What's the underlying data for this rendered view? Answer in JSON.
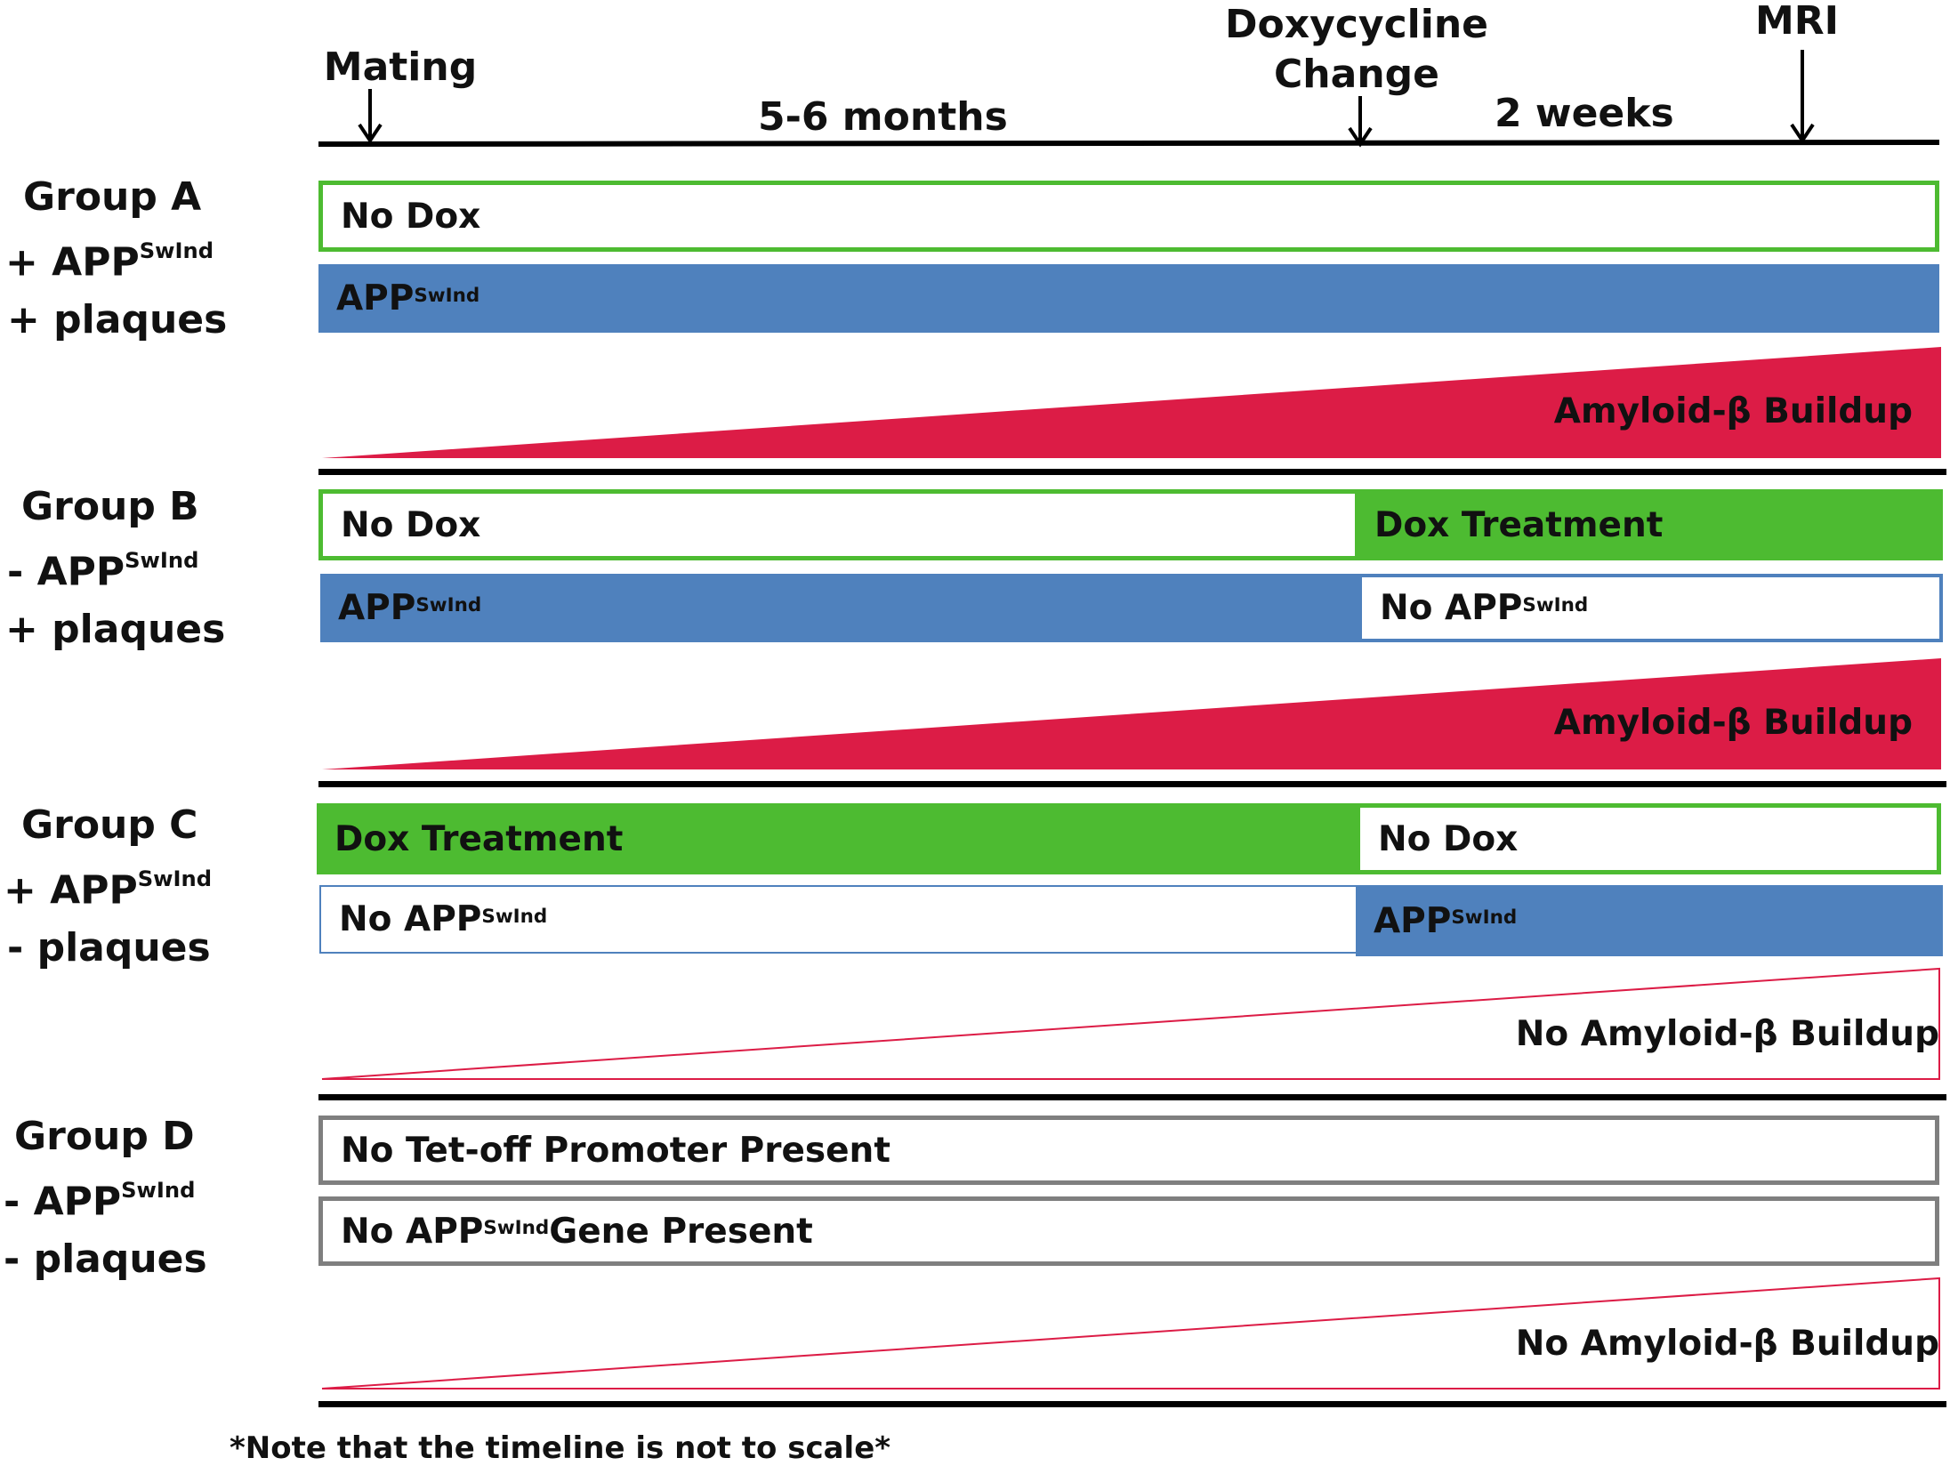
{
  "timeline": {
    "mating": "Mating",
    "doxy_line1": "Doxycycline",
    "doxy_line2": "Change",
    "mri": "MRI",
    "period1": "5-6 months",
    "period2": "2 weeks"
  },
  "sup": "SwInd",
  "groups": [
    {
      "name": "Group A",
      "line2_sign": "+ APP",
      "line3": "+ plaques",
      "bar1": [
        "No Dox"
      ],
      "bar2": [
        "APP"
      ],
      "buildup": "Amyloid-β Buildup"
    },
    {
      "name": "Group B",
      "line2_sign": "- APP",
      "line3": "+ plaques",
      "bar1": [
        "No Dox",
        "Dox Treatment"
      ],
      "bar2": [
        "APP",
        "No APP"
      ],
      "buildup": "Amyloid-β Buildup"
    },
    {
      "name": "Group C",
      "line2_sign": "+ APP",
      "line3": "- plaques",
      "bar1": [
        "Dox Treatment",
        "No Dox"
      ],
      "bar2": [
        "No APP",
        "APP"
      ],
      "buildup": "No Amyloid-β Buildup"
    },
    {
      "name": "Group D",
      "line2_sign": "- APP",
      "line3": "- plaques",
      "bar1": [
        "No Tet-off Promoter Present"
      ],
      "bar2_prefix": "No APP",
      "bar2_suffix": " Gene Present",
      "buildup": "No Amyloid-β Buildup"
    }
  ],
  "note": "*Note that the timeline is not to scale*",
  "colors": {
    "green": "#4dbb31",
    "blue": "#4f81bd",
    "red": "#dc1c46",
    "gray": "#7f7f7f"
  }
}
